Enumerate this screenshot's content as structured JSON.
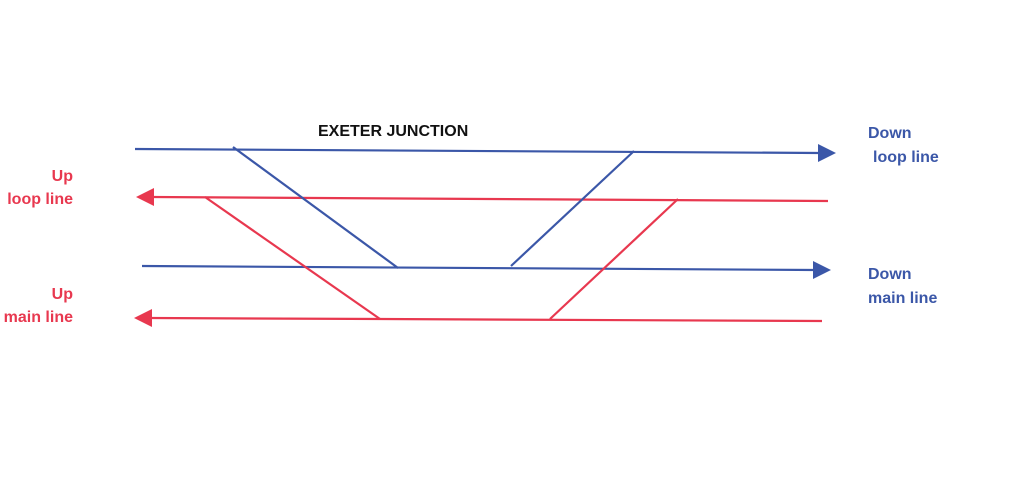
{
  "diagram": {
    "title": "EXETER JUNCTION",
    "labels": {
      "down_loop": [
        "Down",
        "loop line"
      ],
      "up_loop": [
        "Up",
        "loop line"
      ],
      "down_main": [
        "Down",
        "main line"
      ],
      "up_main": [
        "Up",
        "main line"
      ]
    },
    "colors": {
      "down": "#3b57a8",
      "up": "#e8384f"
    }
  }
}
